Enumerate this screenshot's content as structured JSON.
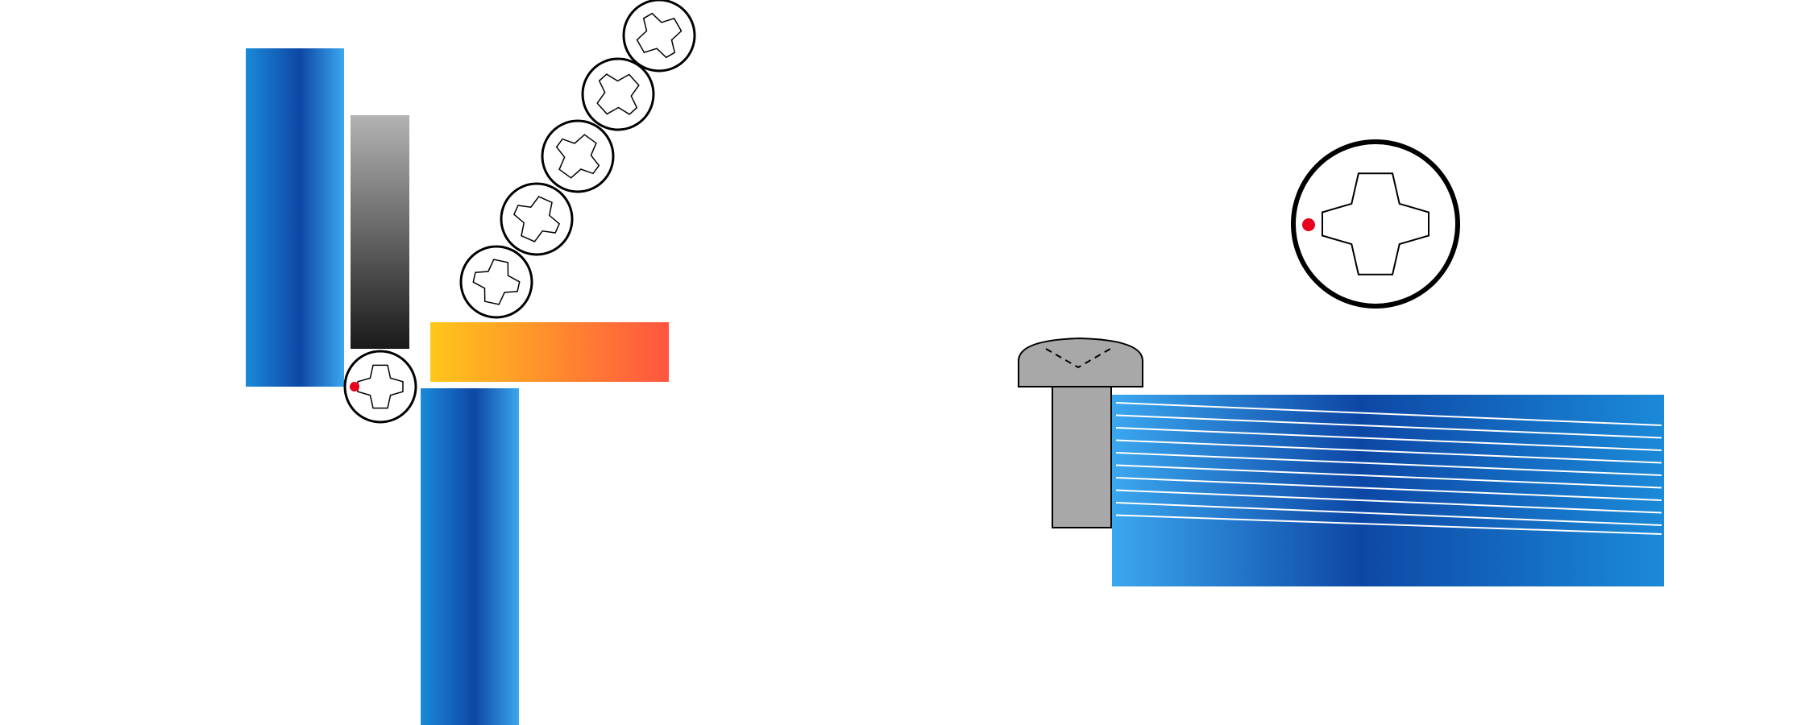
{
  "colors": {
    "background": "#ffffff",
    "roller_blue_edge": "#1b8ad8",
    "roller_blue_center": "#0d47a6",
    "roller_blue_light": "#3ba7ee",
    "dark_gradient_top": "#b3b3b3",
    "dark_gradient_bottom": "#1a1a1a",
    "warm_gradient_left": "#ffc61a",
    "warm_gradient_right": "#ff5540",
    "screw_gray": "#a8a8a8",
    "outline": "#000000",
    "marker_red": "#e8001c",
    "thread_line": "#ffffff"
  },
  "icons": {
    "cross_profile": "cross-recess-icon",
    "marker": "red-dot-icon"
  },
  "left_assembly": {
    "gear_count": 6,
    "gear_rotation_step_deg": 12
  },
  "right_assembly": {
    "thread_line_count": 10
  }
}
